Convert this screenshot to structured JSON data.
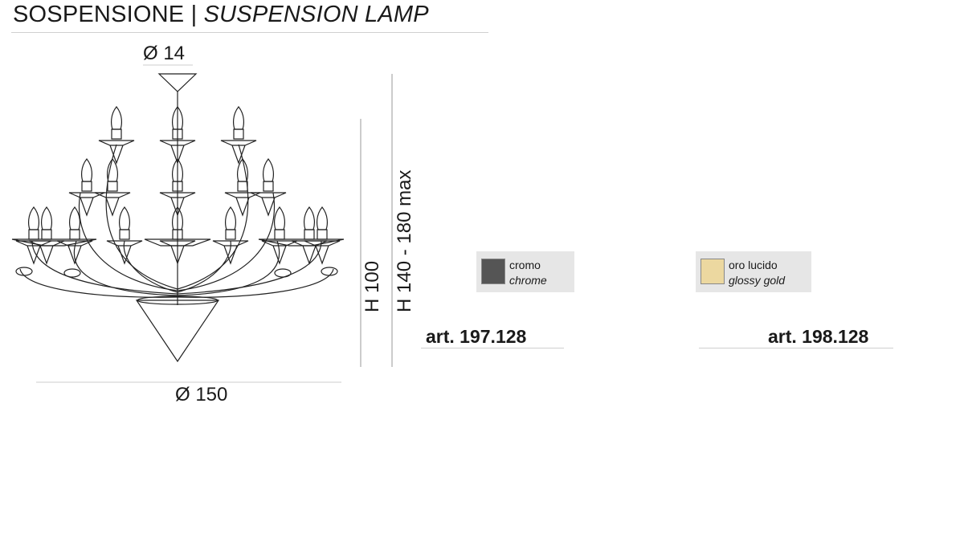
{
  "header": {
    "title_it": "SOSPENSIONE",
    "separator": "|",
    "title_en": "SUSPENSION LAMP"
  },
  "dimensions": {
    "canopy_diameter": "Ø 14",
    "overall_diameter": "Ø 150",
    "height": "H 100",
    "height_range": "H 140 - 180 max"
  },
  "finishes": [
    {
      "name_it": "cromo",
      "name_en": "chrome",
      "color": "#555555",
      "article": "art. 197.128"
    },
    {
      "name_it": "oro lucido",
      "name_en": "glossy gold",
      "color": "#ecd8a0",
      "article": "art. 198.128"
    }
  ],
  "colors": {
    "line": "#222222",
    "rule": "#cccccc",
    "card": "#e6e6e6"
  }
}
